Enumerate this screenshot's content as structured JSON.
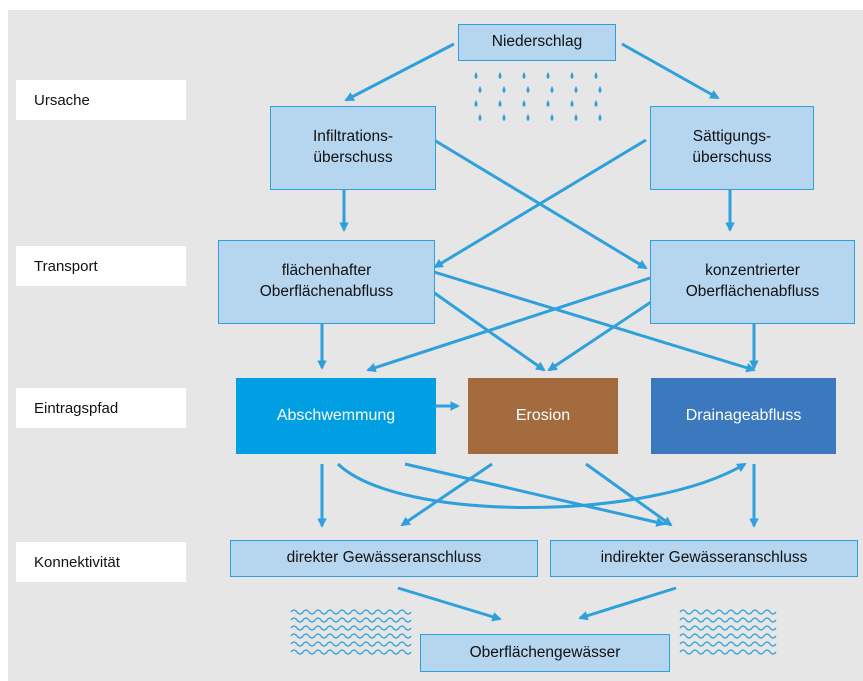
{
  "labels": {
    "ursache": "Ursache",
    "transport": "Transport",
    "eintragspfad": "Eintragspfad",
    "konnektivitaet": "Konnektivität"
  },
  "nodes": {
    "niederschlag": "Niederschlag",
    "infiltration": "Infiltrations-\nüberschuss",
    "saettigung": "Sättigungs-\nüberschuss",
    "flaechenhaft": "flächenhafter\nOberflächenabfluss",
    "konzentriert": "konzentrierter\nOberflächenabfluss",
    "abschwemmung": "Abschwemmung",
    "erosion": "Erosion",
    "drainage": "Drainageabfluss",
    "direkt": "direkter Gewässeranschluss",
    "indirekt": "indirekter Gewässeranschluss",
    "gewaesser": "Oberflächengewässer"
  },
  "colors": {
    "background": "#e6e6e6",
    "node_fill": "#b6d6ef",
    "node_border": "#2ea0dc",
    "arrow": "#2ea0dc",
    "abschwemmung": "#009fe3",
    "erosion": "#a46b3f",
    "drainage": "#3b78bd"
  },
  "icons": [
    "rain-drops-icon",
    "water-waves-icon"
  ]
}
